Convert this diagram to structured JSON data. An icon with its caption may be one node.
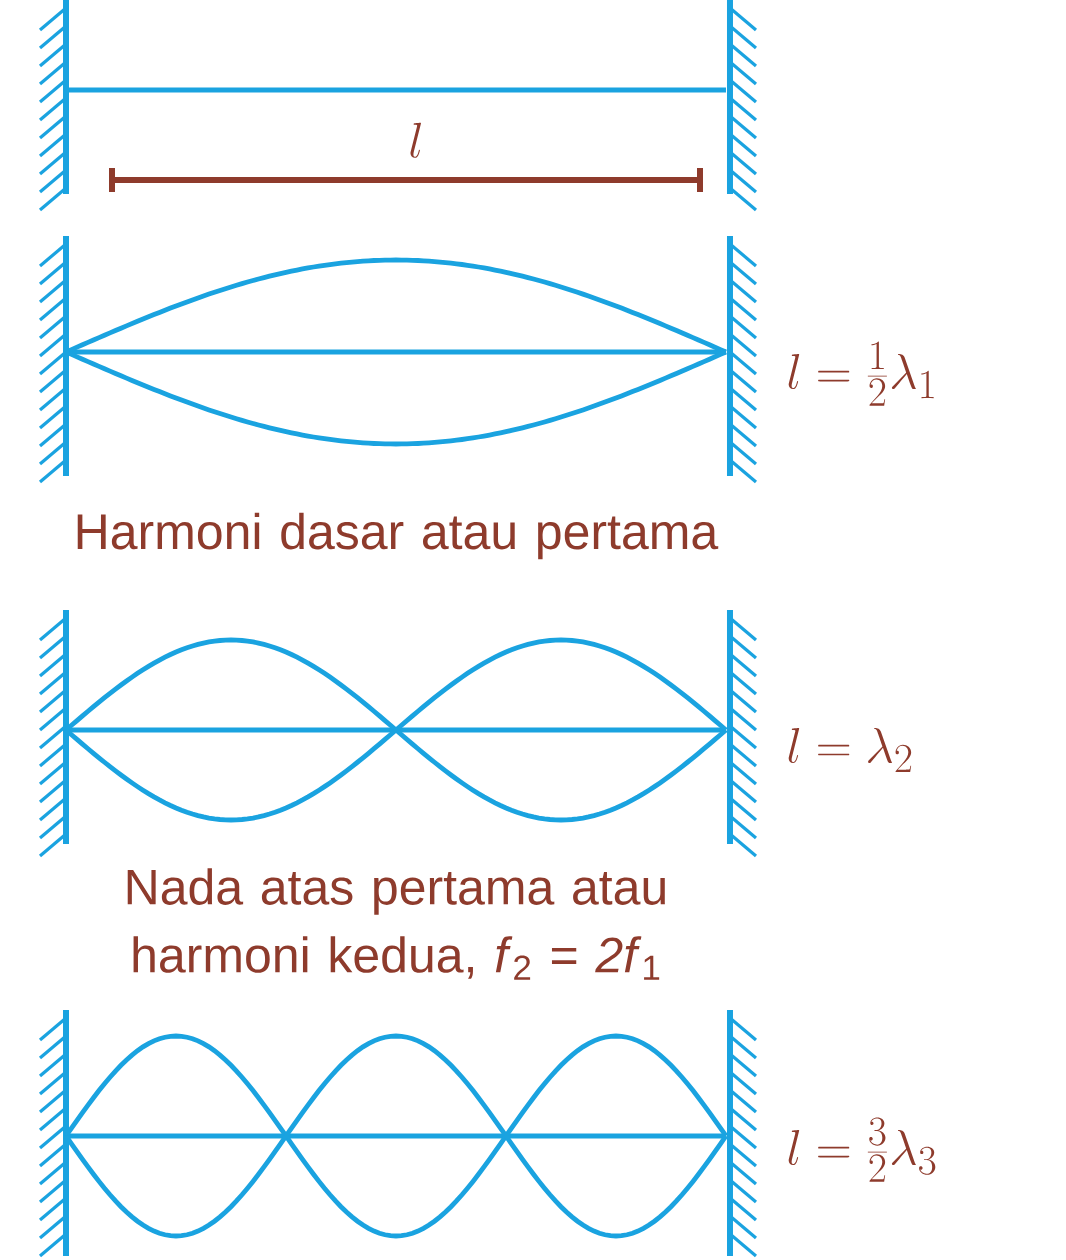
{
  "diagram": {
    "labels": [
      "l",
      "l = \\frac{1}{2}\\lambda_{1}",
      "Harmoni dasar atau pertama",
      "l = \\lambda_{2}",
      "Nada atas pertama atau harmoni kedua, *f*$_{2}$ = *2f*$_{1}$",
      "l = \\frac{3}{2}\\lambda_{3}"
    ]
  }
}
